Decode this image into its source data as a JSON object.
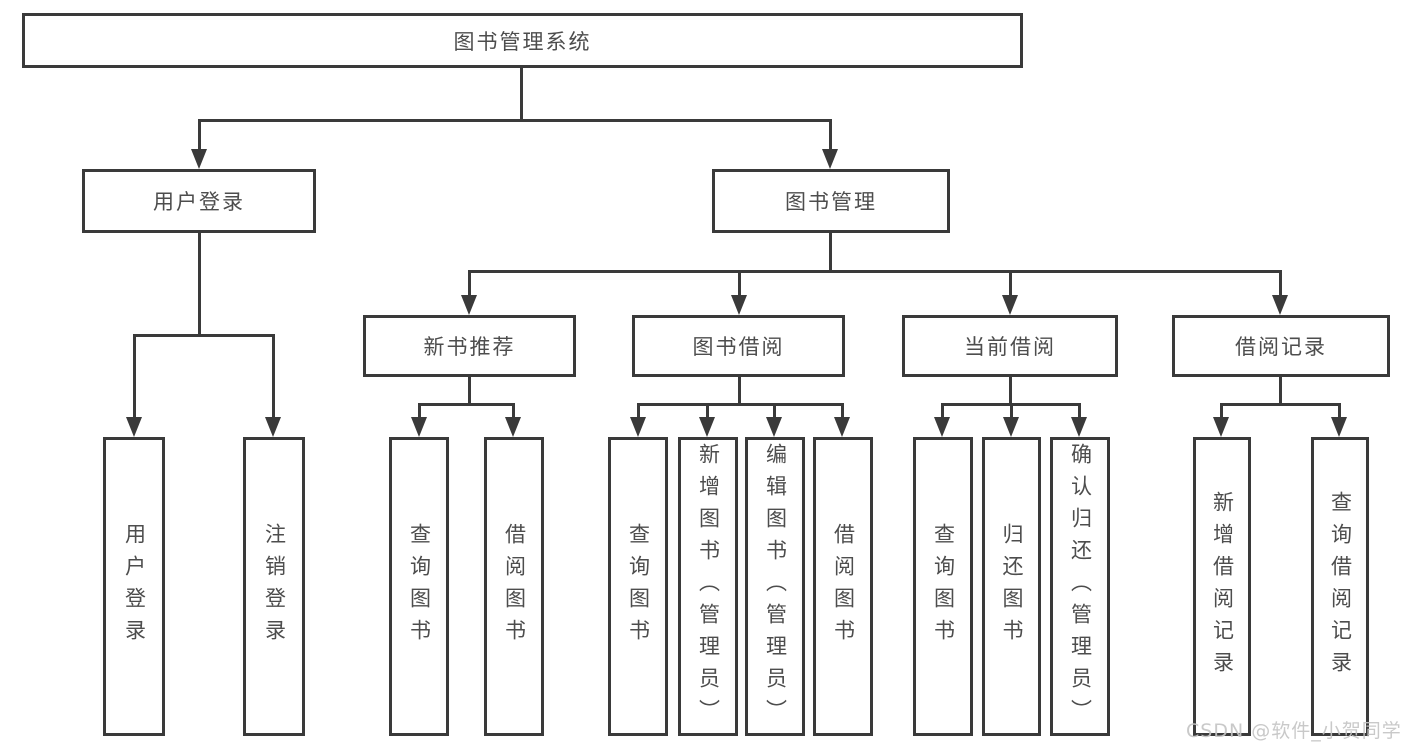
{
  "diagram": {
    "root": {
      "label": "图书管理系统"
    },
    "level2": [
      {
        "label": "用户登录"
      },
      {
        "label": "图书管理"
      }
    ],
    "level3": [
      {
        "label": "新书推荐"
      },
      {
        "label": "图书借阅"
      },
      {
        "label": "当前借阅"
      },
      {
        "label": "借阅记录"
      }
    ],
    "leaves": {
      "user_login": [
        {
          "label": "用户登录"
        },
        {
          "label": "注销登录"
        }
      ],
      "new_books": [
        {
          "label": "查询图书"
        },
        {
          "label": "借阅图书"
        }
      ],
      "book_borrow": [
        {
          "label": "查询图书"
        },
        {
          "label": "新增图书（管理员）"
        },
        {
          "label": "编辑图书（管理员）"
        },
        {
          "label": "借阅图书"
        }
      ],
      "current_borrow": [
        {
          "label": "查询图书"
        },
        {
          "label": "归还图书"
        },
        {
          "label": "确认归还（管理员）"
        }
      ],
      "borrow_records": [
        {
          "label": "新增借阅记录"
        },
        {
          "label": "查询借阅记录"
        }
      ]
    }
  },
  "watermark": {
    "text": "CSDN @软件_小贺同学"
  },
  "colors": {
    "line": "#3a3a3a",
    "text": "#4d4d4d",
    "watermark": "#c5c5c5",
    "background": "#ffffff"
  }
}
